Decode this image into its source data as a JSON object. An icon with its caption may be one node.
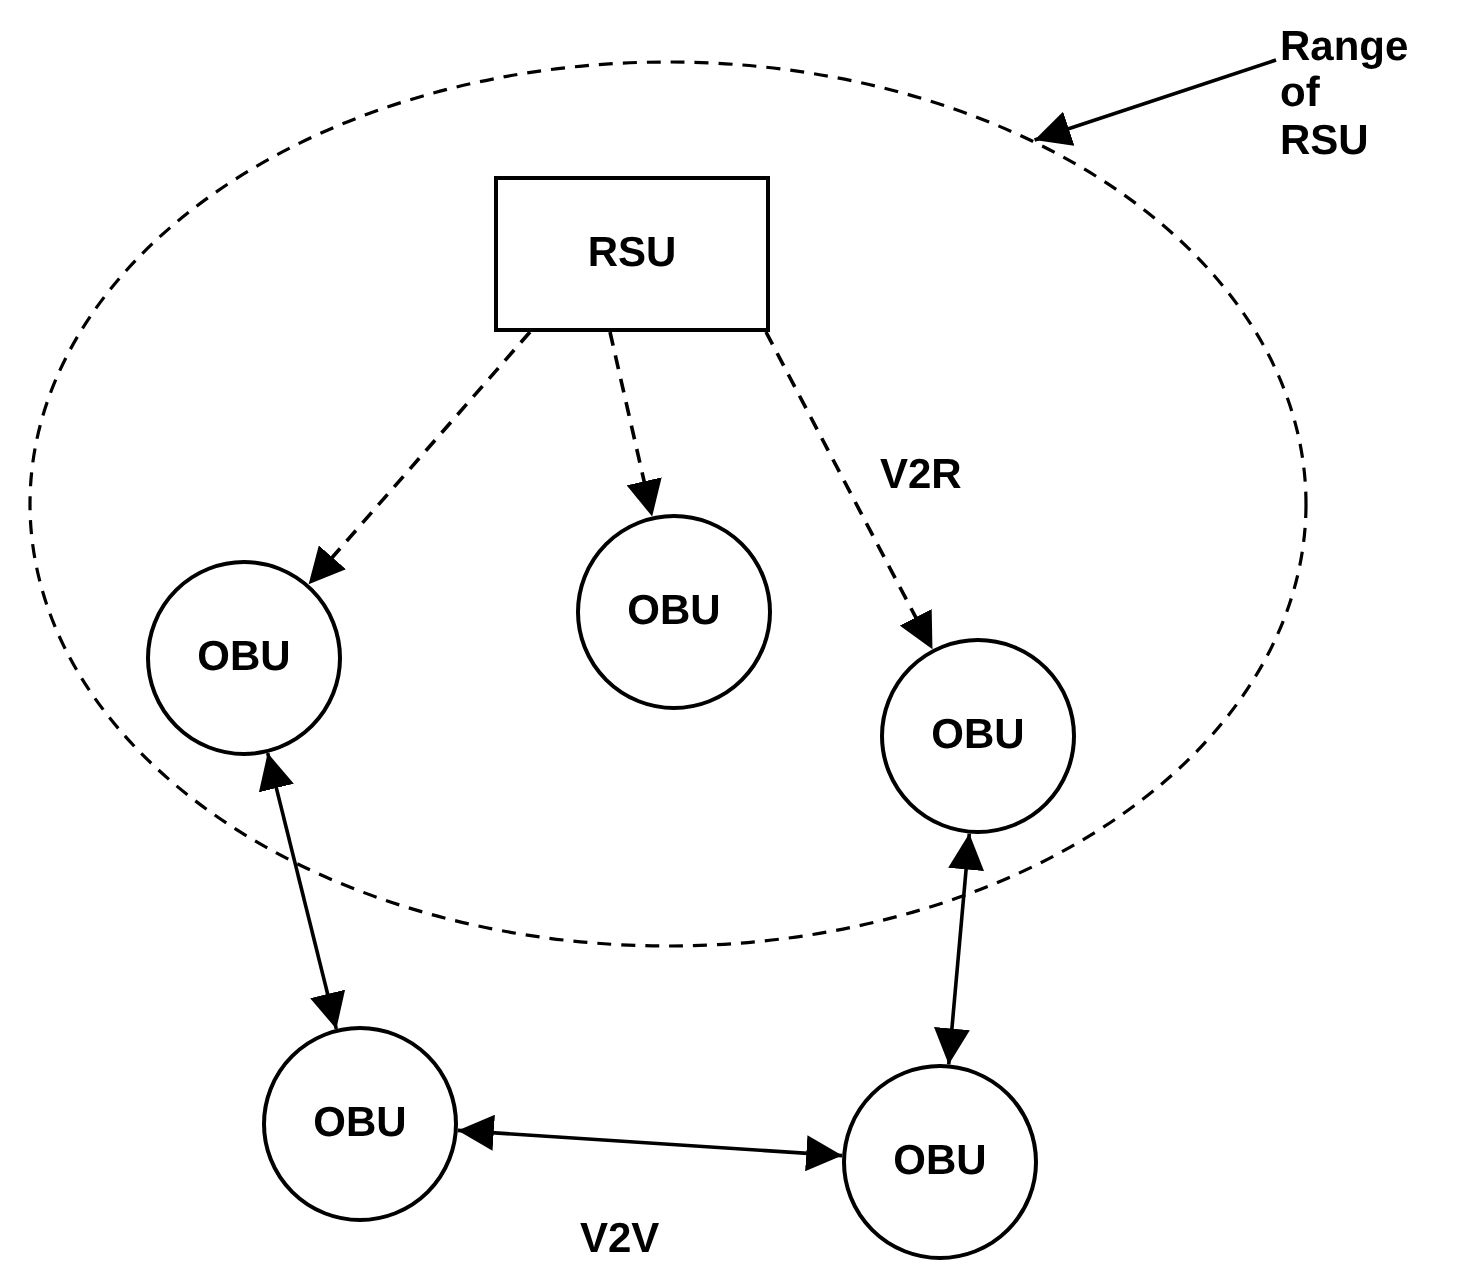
{
  "diagram": {
    "nodes": [
      {
        "text": [],
        "shape": "ellipse"
      },
      {
        "text": [
          "Range of RSU"
        ]
      },
      {
        "text": [
          "RSU"
        ],
        "in": 0
      },
      {
        "text": [
          "OBU"
        ],
        "in": 0
      },
      {
        "text": [
          "OBU"
        ],
        "in": 0
      },
      {
        "text": [
          "OBU"
        ],
        "in": 0
      },
      {
        "text": [
          "OBU"
        ]
      },
      {
        "text": [
          "OBU"
        ]
      }
    ],
    "edges": [
      {
        "from": 1,
        "to": 0,
        "arrow": "to"
      },
      {
        "from": 2,
        "to": 3,
        "arrow": "to",
        "style": "dashed"
      },
      {
        "from": 2,
        "to": 4,
        "arrow": "to",
        "style": "dashed"
      },
      {
        "from": 2,
        "to": 5,
        "arrow": "to",
        "style": "dashed"
      },
      {
        "from": 3,
        "to": 6,
        "arrow": "both"
      },
      {
        "from": 5,
        "to": 7,
        "arrow": "both"
      },
      {
        "from": 6,
        "to": 7,
        "arrow": "both"
      }
    ],
    "labels": [
      "V2R",
      "V2V"
    ]
  }
}
